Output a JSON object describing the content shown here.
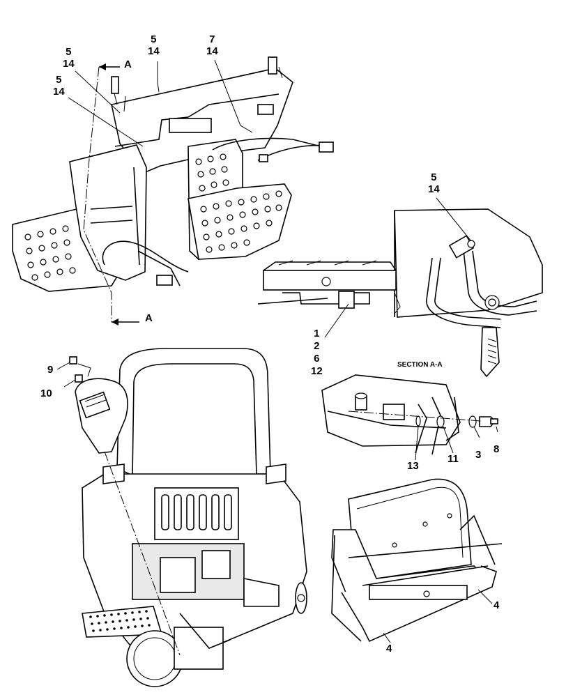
{
  "callouts": {
    "c5_14_top": [
      "5",
      "14"
    ],
    "c7_14": [
      "7",
      "14"
    ],
    "c5_14_a": [
      "5",
      "14"
    ],
    "c5_14_b": [
      "5",
      "14"
    ],
    "c5_14_right": [
      "5",
      "14"
    ],
    "c1_2_6_12": [
      "1",
      "2",
      "6",
      "12"
    ],
    "c9": "9",
    "c10": "10",
    "c13": "13",
    "c11": "11",
    "c3": "3",
    "c8": "8",
    "c4_upper": "4",
    "c4_lower": "4"
  },
  "section_marks": {
    "top": "A",
    "bottom": "A"
  },
  "section_title": "SECTION A-A"
}
